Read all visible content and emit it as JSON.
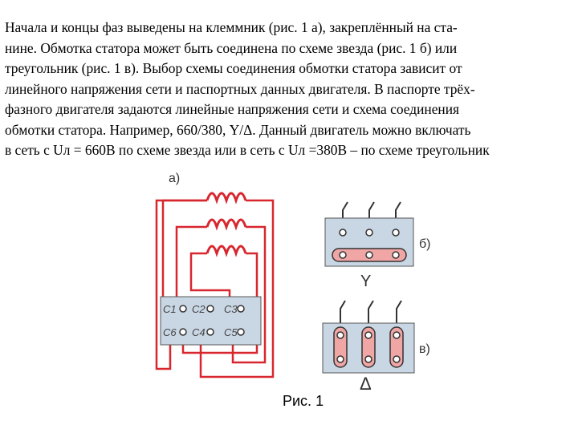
{
  "paragraph": [
    "Начала и концы фаз выведены на клеммник (рис. 1 а), закреплённый на ста-",
    "нине. Обмотка статора может быть соединена по схеме звезда (рис. 1 б) или",
    " треугольник (рис. 1 в). Выбор схемы соединения обмотки статора зависит от",
    " линейного напряжения сети и паспортных данных двигателя. В паспорте трёх-",
    "фазного двигателя задаются линейные напряжения сети и схема соединения",
    "обмотки статора. Например, 660/380, Y/Δ. Данный двигатель можно включать",
    " в сеть с Uл = 660В по схеме звезда или в сеть с Uл =380В – по схеме треугольник"
  ],
  "figure": {
    "label_a": "а)",
    "label_b": "б)",
    "label_v": "в)",
    "star_symbol": "Y",
    "delta_symbol": "Δ",
    "terminals_top": [
      "C1",
      "C2",
      "C3"
    ],
    "terminals_bottom": [
      "C6",
      "C4",
      "C5"
    ],
    "caption": "Рис. 1",
    "colors": {
      "wire": "#d8262e",
      "plate": "#c9d6e4",
      "bridge": "#f1a6a6"
    }
  }
}
